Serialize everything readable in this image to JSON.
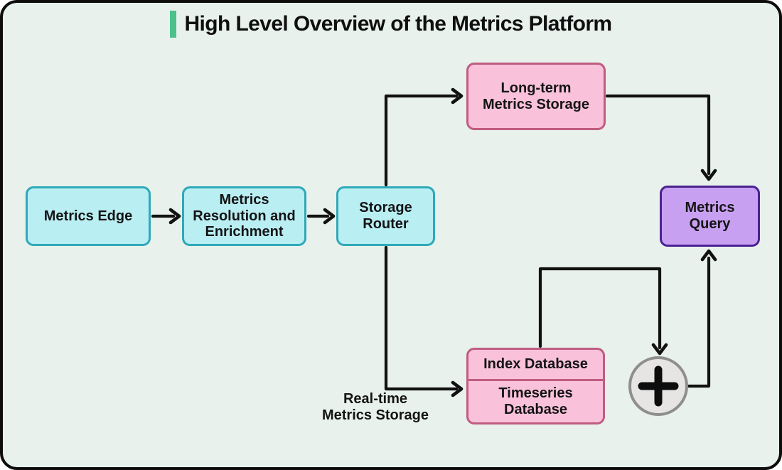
{
  "title": {
    "text": "High Level Overview of the Metrics Platform",
    "accent_color": "#4cc18b"
  },
  "colors": {
    "canvas_bg": "#e8f1ec",
    "frame_border": "#0d0d0d",
    "cyan_fill": "#b9eef3",
    "cyan_border": "#2fa9b8",
    "pink_fill": "#f9c2da",
    "pink_border": "#c05c80",
    "purple_fill": "#c8a0f2",
    "purple_border": "#4b2191",
    "merge_circle_fill": "#e6e5e3",
    "merge_circle_border": "#8e8e8e",
    "arrow": "#111111"
  },
  "nodes": {
    "metrics_edge": {
      "label": "Metrics Edge",
      "style": "cyan"
    },
    "metrics_resolution": {
      "label": "Metrics Resolution and Enrichment",
      "style": "cyan"
    },
    "storage_router": {
      "label": "Storage Router",
      "style": "cyan"
    },
    "long_term_storage": {
      "label": "Long-term Metrics Storage",
      "style": "pink"
    },
    "metrics_query": {
      "label": "Metrics Query",
      "style": "purple"
    },
    "database_stack": {
      "style": "pink",
      "rows": [
        {
          "label": "Index Database"
        },
        {
          "label": "Timeseries Database"
        }
      ]
    },
    "merge": {
      "icon": "plus-icon"
    }
  },
  "annotations": {
    "realtime": {
      "lines": [
        "Real-time",
        "Metrics Storage"
      ]
    }
  },
  "edges": [
    {
      "from": "metrics_edge",
      "to": "metrics_resolution"
    },
    {
      "from": "metrics_resolution",
      "to": "storage_router"
    },
    {
      "from": "storage_router",
      "to": "long_term_storage"
    },
    {
      "from": "long_term_storage",
      "to": "metrics_query"
    },
    {
      "from": "storage_router",
      "to": "database_stack"
    },
    {
      "from": "database_stack",
      "to": "merge"
    },
    {
      "from": "merge",
      "to": "metrics_query"
    }
  ]
}
